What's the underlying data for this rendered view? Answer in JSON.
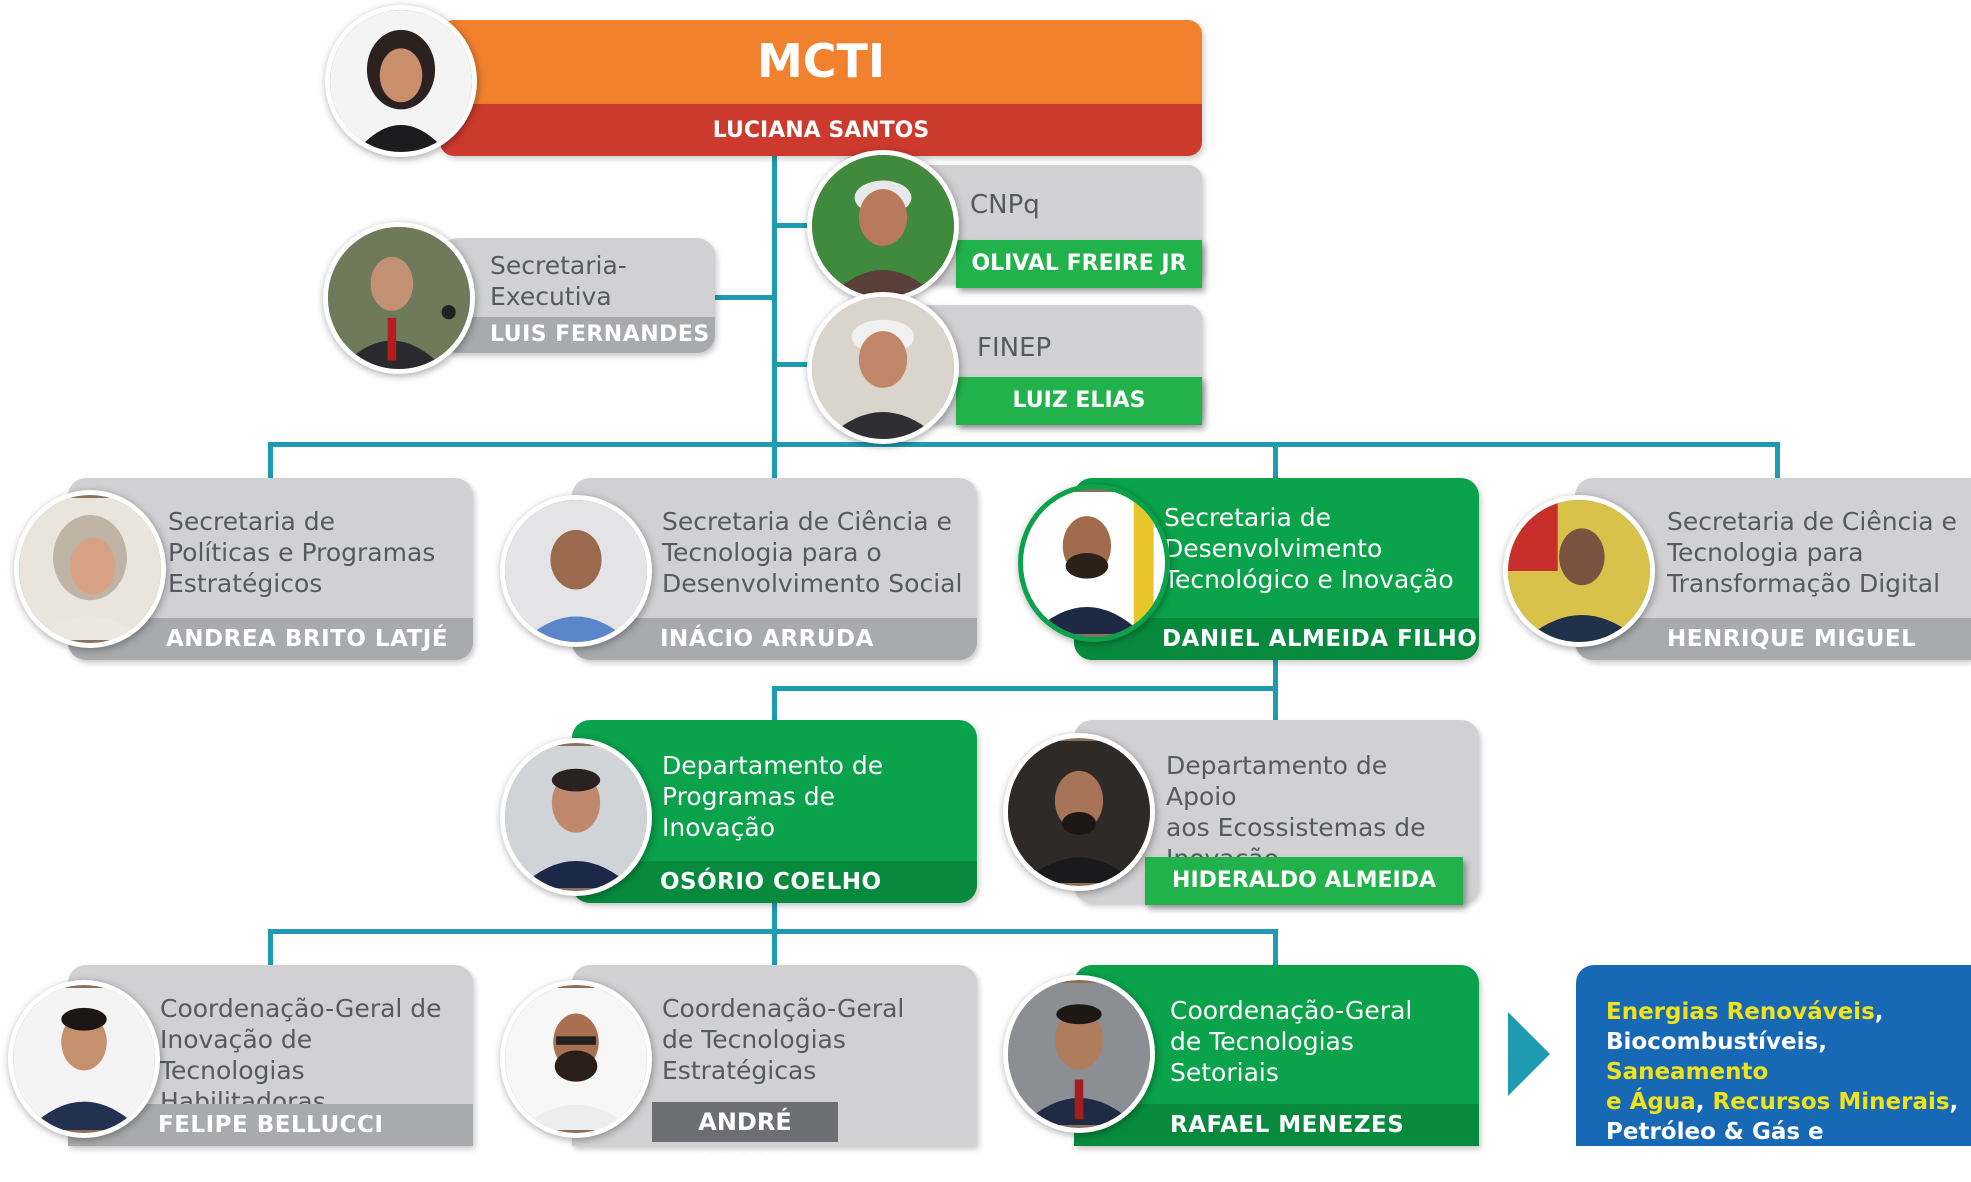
{
  "root": {
    "title": "MCTI",
    "name": "LUCIANA SANTOS"
  },
  "secretaria_executiva": {
    "title": "Secretaria-\nExecutiva",
    "name": "LUIS FERNANDES"
  },
  "cnpq": {
    "title": "CNPq",
    "name": "OLIVAL FREIRE JR"
  },
  "finep": {
    "title": "FINEP",
    "name": "LUIZ ELIAS"
  },
  "secretarias": [
    {
      "title": "Secretaria de\nPolíticas e Programas\nEstratégicos",
      "name": "ANDREA BRITO LATJÉ"
    },
    {
      "title": "Secretaria de Ciência e\nTecnologia para o\nDesenvolvimento Social",
      "name": "INÁCIO ARRUDA"
    },
    {
      "title": "Secretaria de\nDesenvolvimento\nTecnológico e Inovação",
      "name": "DANIEL ALMEIDA FILHO"
    },
    {
      "title": "Secretaria de Ciência e\nTecnologia para\nTransformação Digital",
      "name": "HENRIQUE MIGUEL"
    }
  ],
  "departamentos": [
    {
      "title": "Departamento de\nProgramas de\nInovação",
      "name": "OSÓRIO COELHO"
    },
    {
      "title": "Departamento de Apoio\naos Ecossistemas de\nInovação",
      "name": "HIDERALDO ALMEIDA"
    }
  ],
  "coordenacoes": [
    {
      "title": "Coordenação-Geral de\nInovação de Tecnologias\nHabilitadoras",
      "name": "FELIPE BELLUCCI"
    },
    {
      "title": "Coordenação-Geral\nde Tecnologias\nEstratégicas",
      "name": "ANDRÉ RAMOS"
    },
    {
      "title": "Coordenação-Geral\nde Tecnologias\nSetoriais",
      "name": "RAFAEL MENEZES"
    }
  ],
  "sectors_box": {
    "items": [
      {
        "text": "Energias Renováveis",
        "color": "#f2e21a"
      },
      {
        "text": ",\n",
        "color": "#ffffff"
      },
      {
        "text": "Biocombustíveis",
        "color": "#ffffff"
      },
      {
        "text": ", ",
        "color": "#ffffff"
      },
      {
        "text": "Saneamento\ne Água",
        "color": "#f2e21a"
      },
      {
        "text": ", ",
        "color": "#ffffff"
      },
      {
        "text": "Recursos Minerais",
        "color": "#f2e21a"
      },
      {
        "text": ",\n",
        "color": "#ffffff"
      },
      {
        "text": "Petróleo & Gás e Transporte",
        "color": "#ffffff"
      }
    ],
    "background": "#1769b6"
  },
  "colors": {
    "accent_orange": "#f2812e",
    "accent_red": "#cc3a2e",
    "green": "#0aa24b",
    "gray": "#d1d1d3",
    "connector": "#1e9ab1"
  }
}
